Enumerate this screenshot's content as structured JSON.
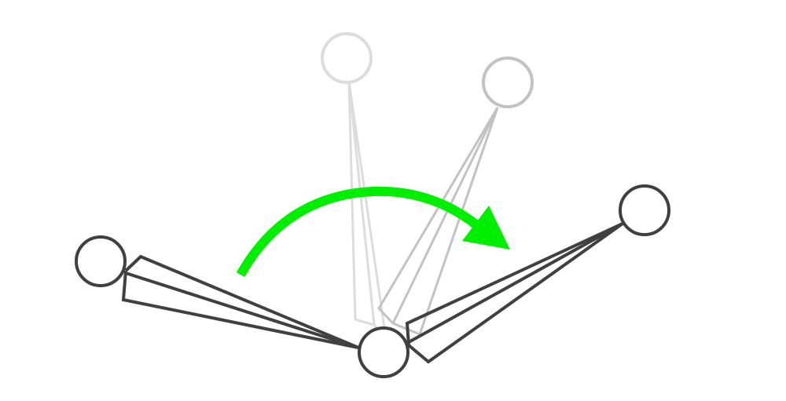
{
  "diagram": {
    "description_text": "",
    "colors": {
      "background": "#ffffff",
      "dark_stroke": "#404040",
      "ghost_far": "#dcdcdc",
      "ghost_near": "#c2c2c2",
      "arrow": "#00ee00"
    },
    "elements": {
      "pivot_node": "center-pivot-circle",
      "left_arm": "left-dark-arm",
      "right_arm": "right-dark-arm",
      "ghost_arm_1": "ghost-arm-upright",
      "ghost_arm_2": "ghost-arm-tilted",
      "rotation_arrow": "clockwise-rotation-arrow"
    }
  }
}
